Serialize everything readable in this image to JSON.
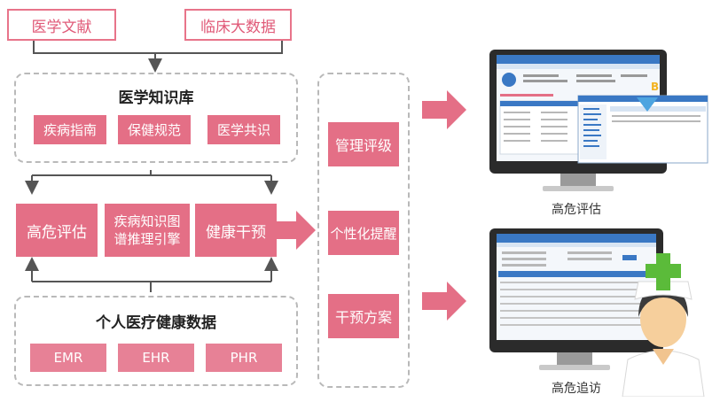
{
  "top": {
    "left_label": "医学文献",
    "right_label": "临床大数据"
  },
  "knowledge": {
    "title": "医学知识库",
    "items": [
      "疾病指南",
      "保健规范",
      "医学共识"
    ]
  },
  "middle": {
    "items": [
      "高危评估",
      "疾病知识图谱推理引擎",
      "健康干预"
    ]
  },
  "personal": {
    "title": "个人医疗健康数据",
    "items": [
      "EMR",
      "EHR",
      "PHR"
    ]
  },
  "right_column": {
    "items": [
      "管理评级",
      "个性化提醒",
      "干预方案"
    ]
  },
  "outputs": {
    "top_caption": "高危评估",
    "bottom_caption": "高危追访"
  },
  "colors": {
    "accent": "#e46f86",
    "dash": "#b9b9b9",
    "arrow": "#555555"
  }
}
